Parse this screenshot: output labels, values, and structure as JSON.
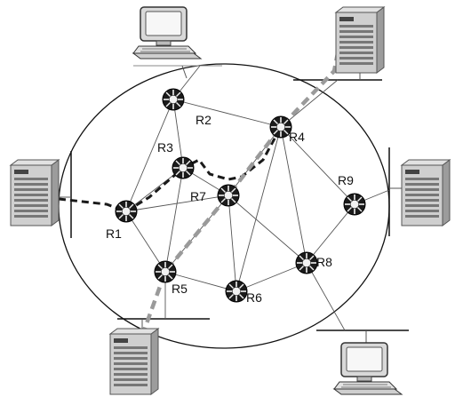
{
  "routers": [
    {
      "id": "R1",
      "label": "R1"
    },
    {
      "id": "R2",
      "label": "R2"
    },
    {
      "id": "R3",
      "label": "R3"
    },
    {
      "id": "R4",
      "label": "R4"
    },
    {
      "id": "R5",
      "label": "R5"
    },
    {
      "id": "R6",
      "label": "R6"
    },
    {
      "id": "R7",
      "label": "R7"
    },
    {
      "id": "R8",
      "label": "R8"
    },
    {
      "id": "R9",
      "label": "R9"
    }
  ],
  "links": [
    [
      "R1",
      "R2"
    ],
    [
      "R1",
      "R3"
    ],
    [
      "R1",
      "R5"
    ],
    [
      "R1",
      "R7"
    ],
    [
      "R2",
      "R3"
    ],
    [
      "R2",
      "R4"
    ],
    [
      "R3",
      "R7"
    ],
    [
      "R3",
      "R5"
    ],
    [
      "R4",
      "R7"
    ],
    [
      "R4",
      "R9"
    ],
    [
      "R4",
      "R8"
    ],
    [
      "R4",
      "R6"
    ],
    [
      "R5",
      "R6"
    ],
    [
      "R5",
      "R7"
    ],
    [
      "R6",
      "R7"
    ],
    [
      "R6",
      "R8"
    ],
    [
      "R7",
      "R8"
    ],
    [
      "R8",
      "R9"
    ]
  ],
  "paths": {
    "path_a": {
      "style": "black-dashed",
      "color": "#1a1a1a",
      "via": [
        "server-left",
        "R1",
        "R3",
        "R7",
        "R4",
        "server-top-right"
      ]
    },
    "path_b": {
      "style": "gray-dashed",
      "color": "#9a9a9a",
      "via": [
        "server-bottom-left",
        "R5",
        "R7",
        "R4",
        "server-top-right"
      ]
    }
  },
  "hosts": [
    {
      "name": "computer-top",
      "kind": "workstation"
    },
    {
      "name": "server-top-right",
      "kind": "server"
    },
    {
      "name": "server-left",
      "kind": "server"
    },
    {
      "name": "server-right",
      "kind": "server"
    },
    {
      "name": "server-bottom-left",
      "kind": "server"
    },
    {
      "name": "computer-bottom-right",
      "kind": "workstation"
    }
  ]
}
